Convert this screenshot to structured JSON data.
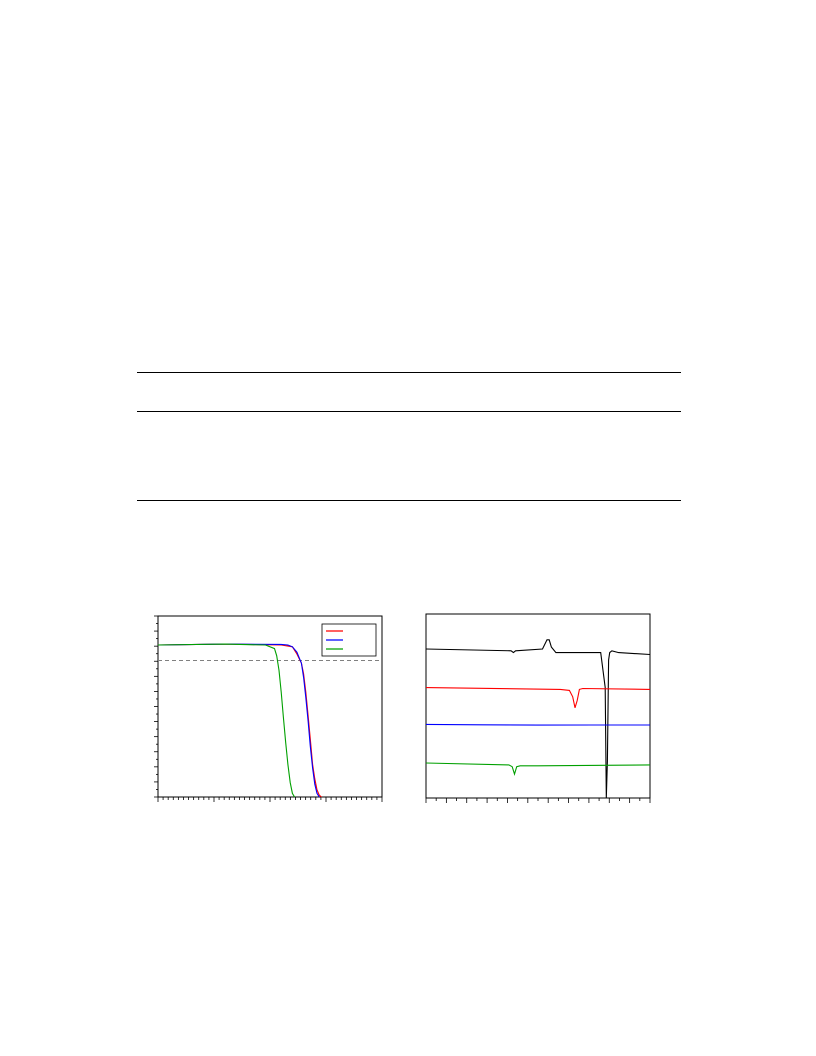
{
  "table": {
    "rule_count": 3
  },
  "figure": {
    "panels": [
      {
        "id": "tga",
        "legend": {
          "series_colors": [
            "#ff0000",
            "#0000ff",
            "#00a000"
          ]
        }
      },
      {
        "id": "dsc",
        "series_colors": [
          "#000000",
          "#ff0000",
          "#0000ff",
          "#00a000"
        ]
      }
    ]
  },
  "chart_data": [
    {
      "type": "line",
      "title": "",
      "xlabel": "",
      "ylabel": "",
      "xlim": [
        0,
        1
      ],
      "ylim": [
        0,
        1
      ],
      "grid": false,
      "legend_position": "top-right",
      "reference_line": {
        "orientation": "horizontal",
        "style": "dashed",
        "color": "#808080",
        "y": 0.754
      },
      "series": [
        {
          "color": "#ff0000",
          "x": [
            0,
            0.3,
            0.55,
            0.6,
            0.62,
            0.64,
            0.65,
            0.66,
            0.67,
            0.68,
            0.69,
            0.7,
            0.71,
            0.72,
            0.73
          ],
          "y": [
            0.84,
            0.845,
            0.84,
            0.83,
            0.79,
            0.74,
            0.68,
            0.58,
            0.45,
            0.32,
            0.18,
            0.1,
            0.04,
            0.01,
            0.0
          ]
        },
        {
          "color": "#0000ff",
          "x": [
            0,
            0.3,
            0.55,
            0.58,
            0.6,
            0.62,
            0.64,
            0.65,
            0.66,
            0.67,
            0.68,
            0.69,
            0.7,
            0.71,
            0.72
          ],
          "y": [
            0.84,
            0.845,
            0.843,
            0.84,
            0.83,
            0.8,
            0.74,
            0.66,
            0.55,
            0.42,
            0.28,
            0.16,
            0.07,
            0.02,
            0.0
          ]
        },
        {
          "color": "#00a000",
          "x": [
            0,
            0.3,
            0.48,
            0.52,
            0.53,
            0.54,
            0.55,
            0.56,
            0.57,
            0.58,
            0.59,
            0.6,
            0.61
          ],
          "y": [
            0.84,
            0.845,
            0.84,
            0.82,
            0.78,
            0.7,
            0.58,
            0.44,
            0.3,
            0.18,
            0.08,
            0.02,
            0.0
          ]
        }
      ]
    },
    {
      "type": "line",
      "title": "",
      "xlabel": "",
      "ylabel": "",
      "xlim": [
        0,
        1
      ],
      "ylim": [
        0,
        1
      ],
      "grid": false,
      "series": [
        {
          "color": "#000000",
          "x": [
            0,
            0.38,
            0.39,
            0.4,
            0.52,
            0.54,
            0.55,
            0.56,
            0.58,
            0.78,
            0.8,
            0.805,
            0.81,
            0.815,
            0.82,
            0.83,
            0.86,
            1.0
          ],
          "y": [
            0.81,
            0.8,
            0.79,
            0.8,
            0.81,
            0.86,
            0.86,
            0.82,
            0.79,
            0.79,
            0.6,
            0.0,
            0.2,
            0.75,
            0.79,
            0.8,
            0.79,
            0.78
          ]
        },
        {
          "color": "#ff0000",
          "x": [
            0,
            0.6,
            0.64,
            0.655,
            0.665,
            0.675,
            0.685,
            0.7,
            1.0
          ],
          "y": [
            0.6,
            0.59,
            0.585,
            0.55,
            0.49,
            0.53,
            0.59,
            0.595,
            0.59
          ]
        },
        {
          "color": "#0000ff",
          "x": [
            0,
            0.25,
            0.5,
            0.75,
            1.0
          ],
          "y": [
            0.4,
            0.398,
            0.396,
            0.397,
            0.397
          ]
        },
        {
          "color": "#00a000",
          "x": [
            0,
            0.37,
            0.385,
            0.395,
            0.405,
            0.42,
            0.5,
            1.0
          ],
          "y": [
            0.19,
            0.18,
            0.17,
            0.13,
            0.17,
            0.175,
            0.175,
            0.18
          ]
        }
      ]
    }
  ]
}
